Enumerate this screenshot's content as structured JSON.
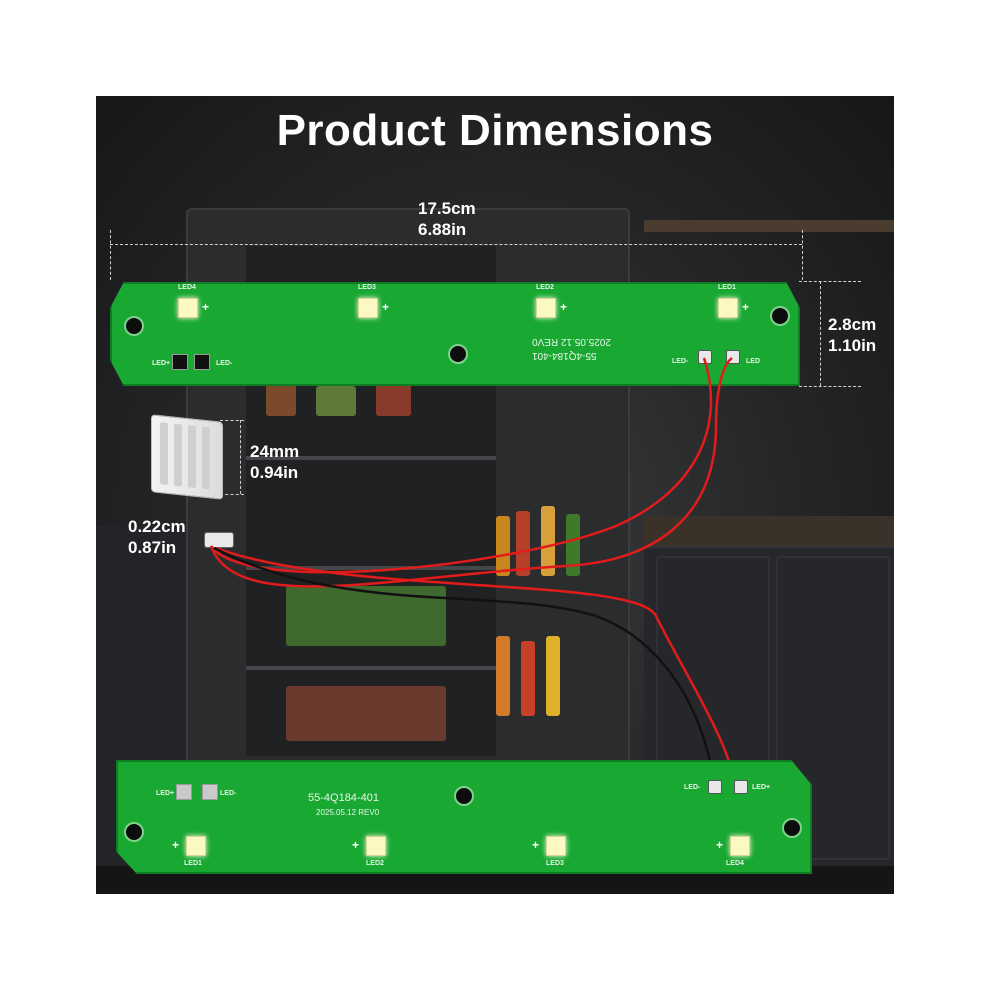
{
  "title": "Product Dimensions",
  "dimensions": {
    "width_cm": "17.5cm",
    "width_in": "6.88in",
    "height_cm": "2.8cm",
    "height_in": "1.10in",
    "connector_cm": "24mm",
    "connector_in": "0.94in",
    "clip_cm": "0.22cm",
    "clip_in": "0.87in"
  },
  "board_top": {
    "part_number": "55-4Q184-401",
    "revision": "2025.05.12 REV0",
    "led_labels": [
      "LED4",
      "LED3",
      "LED2",
      "LED1"
    ],
    "terminal_left": "LED-",
    "terminal_right": "LED",
    "pad_left": "LED+",
    "pad_right": "LED-"
  },
  "board_bottom": {
    "part_number": "55-4Q184-401",
    "revision": "2025.05.12 REV0",
    "led_labels": [
      "LED1",
      "LED2",
      "LED3",
      "LED4"
    ],
    "pad_left": "LED+",
    "pad_right": "LED-",
    "terminal_left": "LED-",
    "terminal_right": "LED+"
  },
  "colors": {
    "pcb": "#19a832",
    "wire_red": "#e21b1b",
    "wire_black": "#111111",
    "led": "#fbf8c4"
  }
}
